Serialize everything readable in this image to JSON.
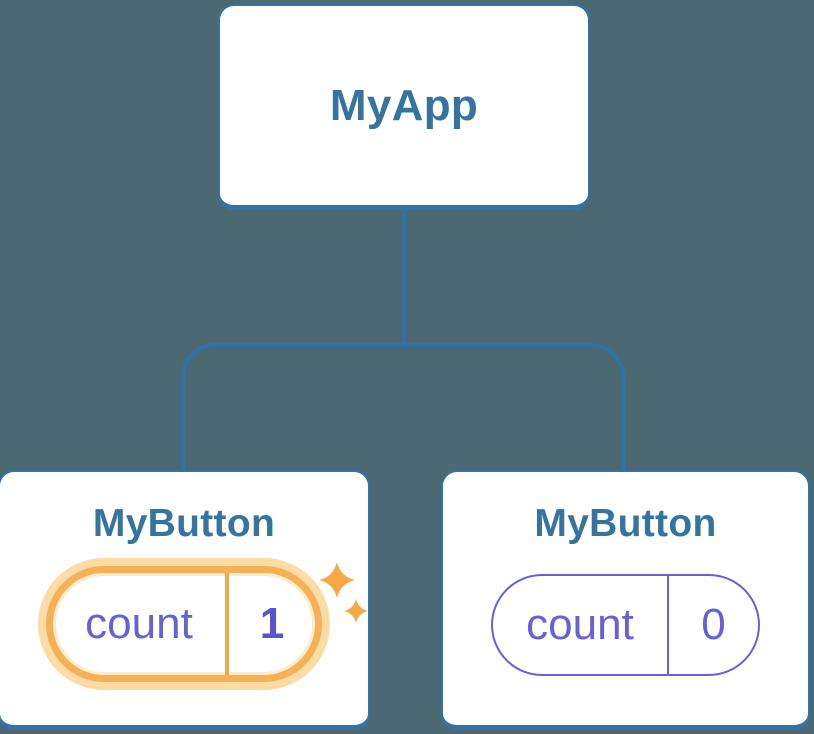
{
  "tree": {
    "root": {
      "label": "MyApp"
    },
    "children": [
      {
        "label": "MyButton",
        "state_key": "count",
        "state_value": "1",
        "highlighted": true
      },
      {
        "label": "MyButton",
        "state_key": "count",
        "state_value": "0",
        "highlighted": false
      }
    ]
  },
  "colors": {
    "background": "#4C6872",
    "card_background": "#FFFFFF",
    "card_border": "#3173A7",
    "node_label_text": "#35749F",
    "connector_line": "#2E74A8",
    "state_text": "#6661D8",
    "state_value_highlighted": "#5A55CE",
    "highlight_ring": "#F5B155",
    "highlight_glow": "#FBDCA6",
    "highlight_divider": "#F0A94F",
    "sparkle": "#F5A845"
  }
}
